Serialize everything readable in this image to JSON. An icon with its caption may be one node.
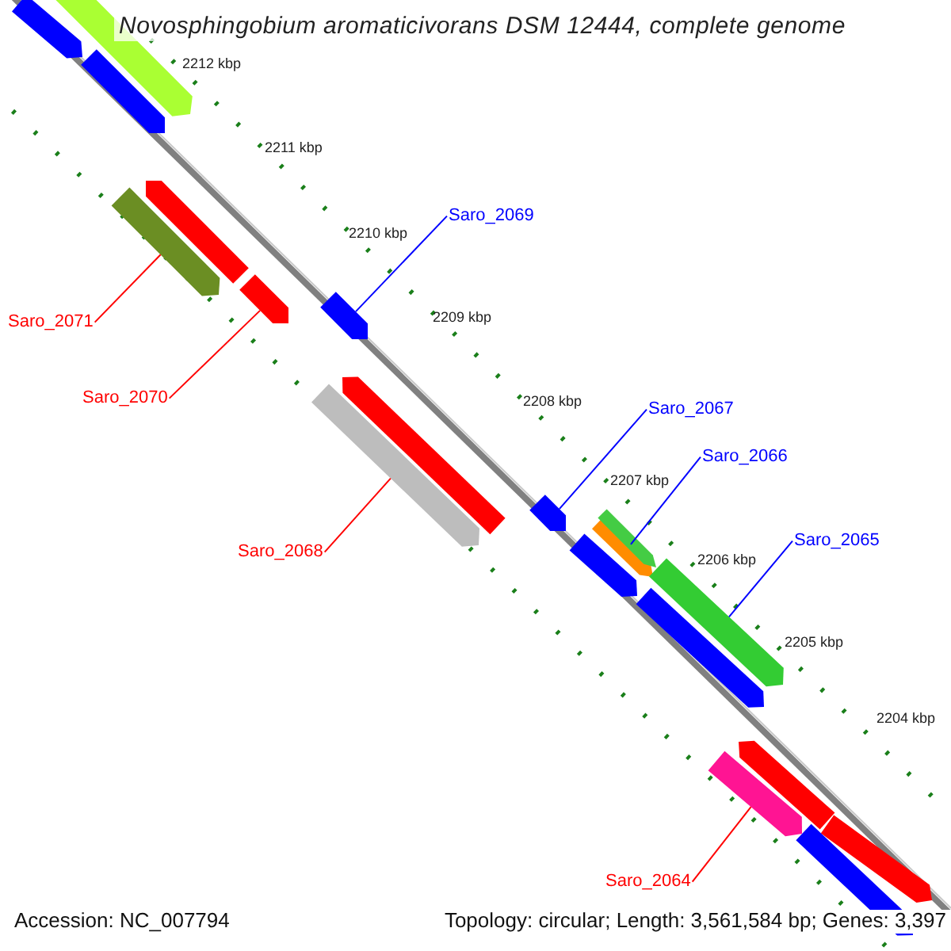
{
  "diagram": {
    "title": "Novosphingobium aromaticivorans DSM 12444, complete genome",
    "nodes": [
      {
        "text": [
          "Saro_2069"
        ]
      },
      {
        "text": [
          "Saro_2071"
        ]
      },
      {
        "text": [
          "Saro_2070"
        ]
      },
      {
        "text": [
          "Saro_2067"
        ]
      },
      {
        "text": [
          "Saro_2066"
        ]
      },
      {
        "text": [
          "Saro_2065"
        ]
      },
      {
        "text": [
          "Saro_2068"
        ]
      },
      {
        "text": [
          "Saro_2064"
        ]
      },
      {
        "text": [],
        "shape": "bar"
      },
      {
        "text": [],
        "shape": "bar"
      },
      {
        "text": [],
        "shape": "bar"
      },
      {
        "text": [],
        "shape": "bar"
      },
      {
        "text": [],
        "shape": "bar"
      },
      {
        "text": [],
        "shape": "bar"
      },
      {
        "text": [],
        "shape": "bar"
      },
      {
        "text": [],
        "shape": "bar"
      },
      {
        "text": [],
        "shape": "bar"
      },
      {
        "text": [],
        "shape": "bar"
      },
      {
        "text": [],
        "shape": "bar"
      },
      {
        "text": [],
        "shape": "bar"
      },
      {
        "text": [],
        "shape": "bar"
      },
      {
        "text": [],
        "shape": "bar"
      },
      {
        "text": [],
        "shape": "bar"
      },
      {
        "text": [],
        "shape": "bar"
      },
      {
        "text": [],
        "shape": "bar"
      },
      {
        "text": [],
        "shape": "bar"
      },
      {
        "text": [],
        "shape": "bar"
      }
    ],
    "edges": [
      {
        "from": 0,
        "to": 10,
        "arrow": "none",
        "color": "#0000ff"
      },
      {
        "from": 1,
        "to": 8,
        "arrow": "none",
        "color": "#ff0000"
      },
      {
        "from": 2,
        "to": 9,
        "arrow": "none",
        "color": "#ff0000"
      },
      {
        "from": 3,
        "to": 12,
        "arrow": "none",
        "color": "#0000ff"
      },
      {
        "from": 4,
        "to": 13,
        "arrow": "none",
        "color": "#0000ff"
      },
      {
        "from": 5,
        "to": 14,
        "arrow": "none",
        "color": "#0000ff"
      },
      {
        "from": 6,
        "to": 11,
        "arrow": "none",
        "color": "#ff0000"
      },
      {
        "from": 7,
        "to": 15,
        "arrow": "none",
        "color": "#ff0000"
      }
    ],
    "labels": [
      "2212 kbp",
      "2211 kbp",
      "2210 kbp",
      "2209 kbp",
      "2208 kbp",
      "2207 kbp",
      "2206 kbp",
      "2205 kbp",
      "2204 kbp",
      "Accession: NC_007794",
      "Topology: circular; Length: 3,561,584 bp; Genes: 3,397"
    ]
  }
}
